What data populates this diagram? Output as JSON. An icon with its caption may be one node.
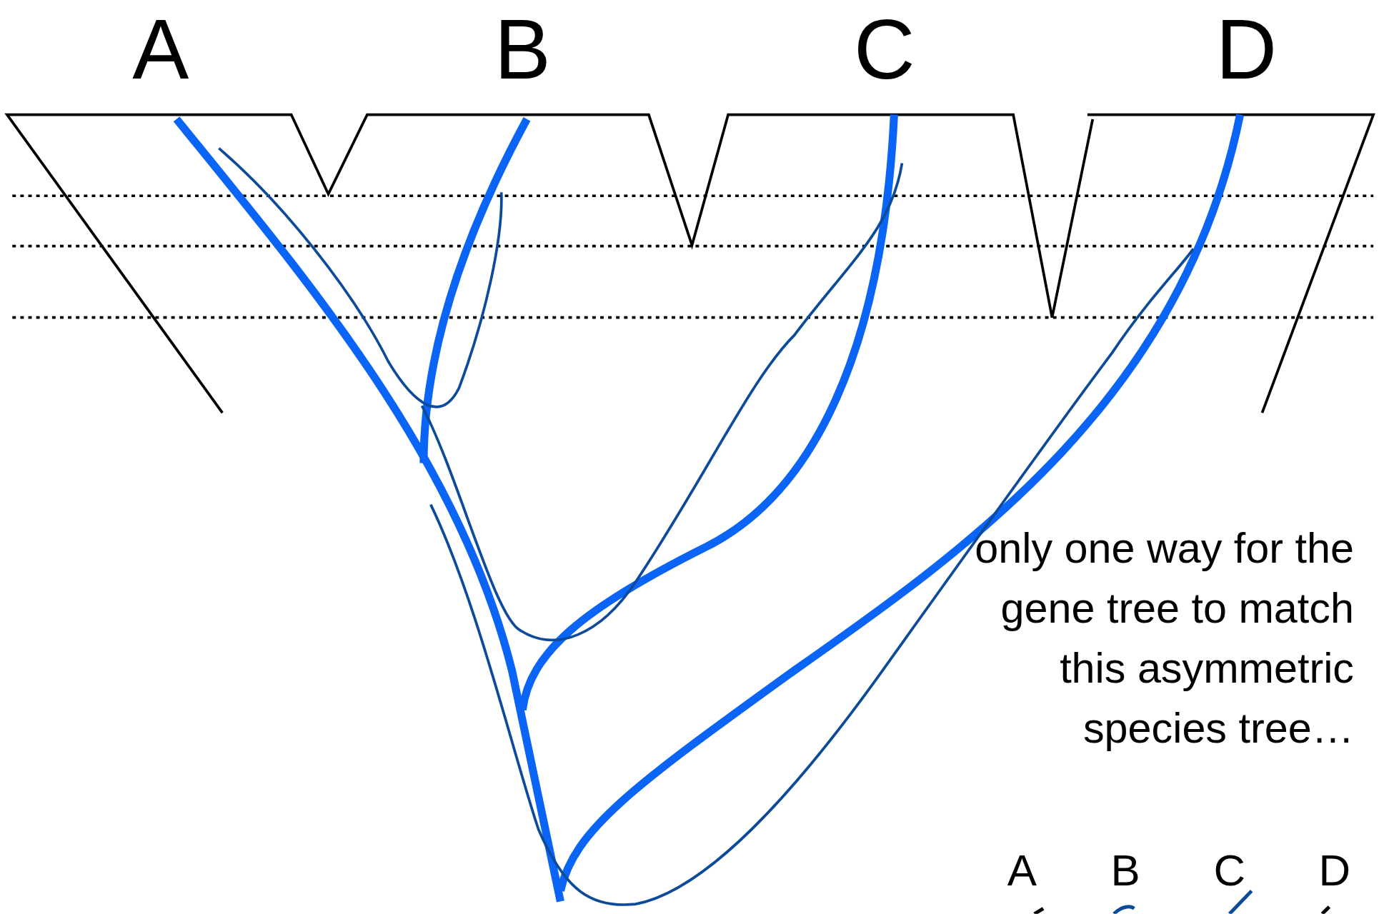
{
  "diagram": {
    "labels": [
      "A",
      "B",
      "C",
      "D",
      "only one way for the gene tree to match this asymmetric species tree…",
      "A",
      "B",
      "C",
      "D"
    ]
  }
}
